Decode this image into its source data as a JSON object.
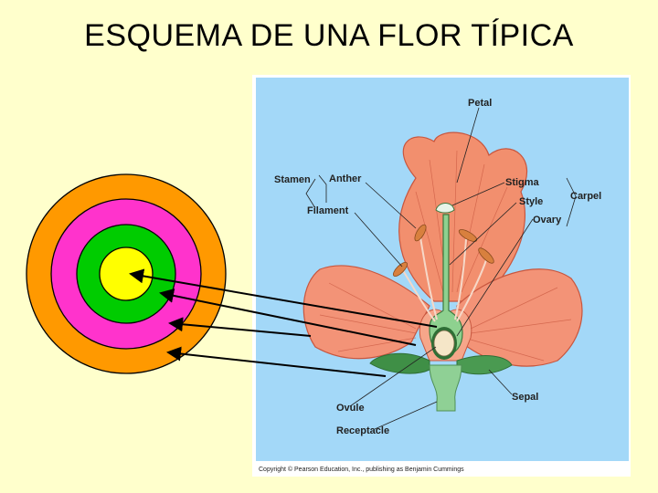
{
  "slide": {
    "title": "ESQUEMA DE UNA FLOR TÍPICA"
  },
  "colors": {
    "background": "#ffffcc",
    "panel_sky": "#a3d8f8",
    "petal": "#f28f6e",
    "petal_vein": "#c8563e",
    "sepal": "#3f8f46",
    "stem": "#8fd095",
    "ring_sepals": "#ff9900",
    "ring_petals": "#ff33cc",
    "ring_stamens": "#00cc00",
    "ring_carpel": "#ffff00"
  },
  "flower_labels": {
    "petal": "Petal",
    "stamen": "Stamen",
    "anther": "Anther",
    "filament": "Filament",
    "stigma": "Stigma",
    "style": "Style",
    "ovary": "Ovary",
    "carpel": "Carpel",
    "ovule": "Ovule",
    "receptacle": "Receptacle",
    "sepal": "Sepal"
  },
  "copyright": "Copyright © Pearson Education, Inc., publishing as Benjamin Cummings"
}
